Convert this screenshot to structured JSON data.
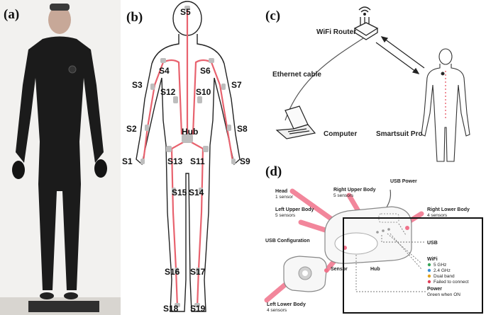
{
  "panel_a": {
    "letter": "(a)"
  },
  "panel_b": {
    "letter": "(b)",
    "sensors": {
      "s1": "S1",
      "s2": "S2",
      "s3": "S3",
      "s4": "S4",
      "s5": "S5",
      "s6": "S6",
      "s7": "S7",
      "s8": "S8",
      "s9": "S9",
      "s10": "S10",
      "s11": "S11",
      "s12": "S12",
      "s13": "S13",
      "s14": "S14",
      "s15": "S15",
      "s16": "S16",
      "s17": "S17",
      "s18": "S18",
      "s19": "S19"
    },
    "hub": "Hub"
  },
  "panel_c": {
    "letter": "(c)",
    "wifi_router": "WiFi Router",
    "ethernet_cable": "Ethernet cable",
    "computer": "Computer",
    "smartsuit": "Smartsuit Pro"
  },
  "panel_d": {
    "letter": "(d)",
    "head_title": "Head",
    "head_sub": "1 sensor",
    "right_upper_title": "Right Upper Body",
    "right_upper_sub": "5 sensors",
    "usb_power": "USB Power",
    "left_upper_title": "Left Upper Body",
    "left_upper_sub": "5 sensors",
    "right_lower_title": "Right Lower Body",
    "right_lower_sub": "4 sensors",
    "usb_config": "USB Configuration",
    "usb": "USB",
    "wifi_title": "WiFi",
    "wifi_items": [
      "5 GHz",
      "2.4 GHz",
      "Dual band",
      "Failed to connect"
    ],
    "wifi_colors": [
      "#3aa65a",
      "#3a8fd6",
      "#e0a21c",
      "#e0405a"
    ],
    "sensor": "Sensor",
    "hub": "Hub",
    "power_title": "Power",
    "power_sub": "Green when ON",
    "left_lower_title": "Left Lower Body",
    "left_lower_sub": "4 sensors",
    "accent": "#f0728a"
  }
}
